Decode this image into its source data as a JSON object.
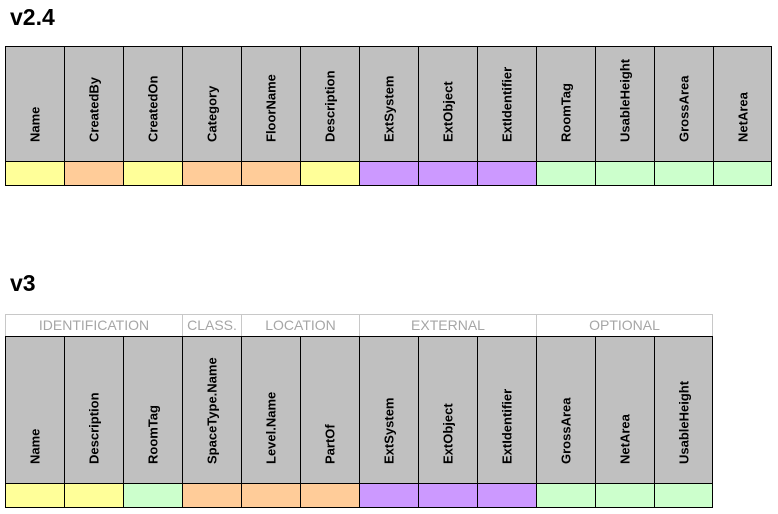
{
  "colors": {
    "yellow": "#ffff99",
    "orange": "#ffcc99",
    "purple": "#cc99ff",
    "green": "#ccffcc",
    "header_gray": "#c0c0c0"
  },
  "v24": {
    "title": "v2.4",
    "columns": [
      {
        "label": "Name",
        "color": "#ffff99"
      },
      {
        "label": "CreatedBy",
        "color": "#ffcc99"
      },
      {
        "label": "CreatedOn",
        "color": "#ffff99"
      },
      {
        "label": "Category",
        "color": "#ffcc99"
      },
      {
        "label": "FloorName",
        "color": "#ffcc99"
      },
      {
        "label": "Description",
        "color": "#ffff99"
      },
      {
        "label": "ExtSystem",
        "color": "#cc99ff"
      },
      {
        "label": "ExtObject",
        "color": "#cc99ff"
      },
      {
        "label": "ExtIdentifier",
        "color": "#cc99ff"
      },
      {
        "label": "RoomTag",
        "color": "#ccffcc"
      },
      {
        "label": "UsableHeight",
        "color": "#ccffcc"
      },
      {
        "label": "GrossArea",
        "color": "#ccffcc"
      },
      {
        "label": "NetArea",
        "color": "#ccffcc"
      }
    ]
  },
  "v3": {
    "title": "v3",
    "groups": [
      {
        "label": "IDENTIFICATION",
        "span": 3
      },
      {
        "label": "CLASS.",
        "span": 1
      },
      {
        "label": "LOCATION",
        "span": 2
      },
      {
        "label": "EXTERNAL",
        "span": 3
      },
      {
        "label": "OPTIONAL",
        "span": 3
      }
    ],
    "columns": [
      {
        "label": "Name",
        "color": "#ffff99"
      },
      {
        "label": "Description",
        "color": "#ffff99"
      },
      {
        "label": "RoomTag",
        "color": "#ccffcc"
      },
      {
        "label": "SpaceType.Name",
        "color": "#ffcc99"
      },
      {
        "label": "Level.Name",
        "color": "#ffcc99"
      },
      {
        "label": "PartOf",
        "color": "#ffcc99"
      },
      {
        "label": "ExtSystem",
        "color": "#cc99ff"
      },
      {
        "label": "ExtObject",
        "color": "#cc99ff"
      },
      {
        "label": "ExtIdentifier",
        "color": "#cc99ff"
      },
      {
        "label": "GrossArea",
        "color": "#ccffcc"
      },
      {
        "label": "NetArea",
        "color": "#ccffcc"
      },
      {
        "label": "UsableHeight",
        "color": "#ccffcc"
      }
    ]
  }
}
